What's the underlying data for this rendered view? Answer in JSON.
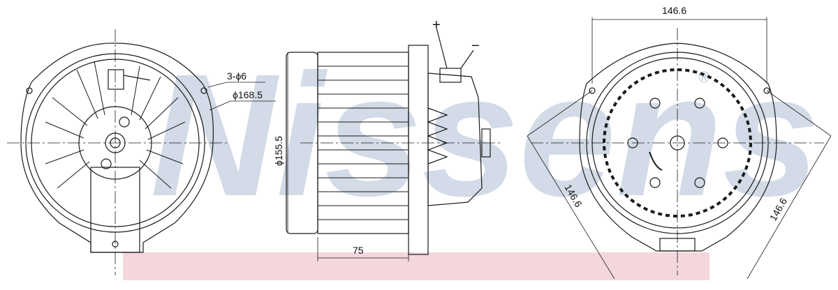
{
  "watermark": {
    "text": "Nissens",
    "mark": "®",
    "color": "#aebfd4"
  },
  "front_view": {
    "mount_holes": "3-ϕ6",
    "outer_diameter": "ϕ168.5"
  },
  "side_view": {
    "body_diameter": "ϕ155.5",
    "wheel_width": "75",
    "terminal_positive": "+",
    "terminal_negative": "−"
  },
  "rear_view": {
    "top_width": "146.6",
    "left_slant": "146.6",
    "right_slant": "146.6"
  },
  "colors": {
    "line": "#1a1a1a",
    "band": "#f4d7dc"
  }
}
